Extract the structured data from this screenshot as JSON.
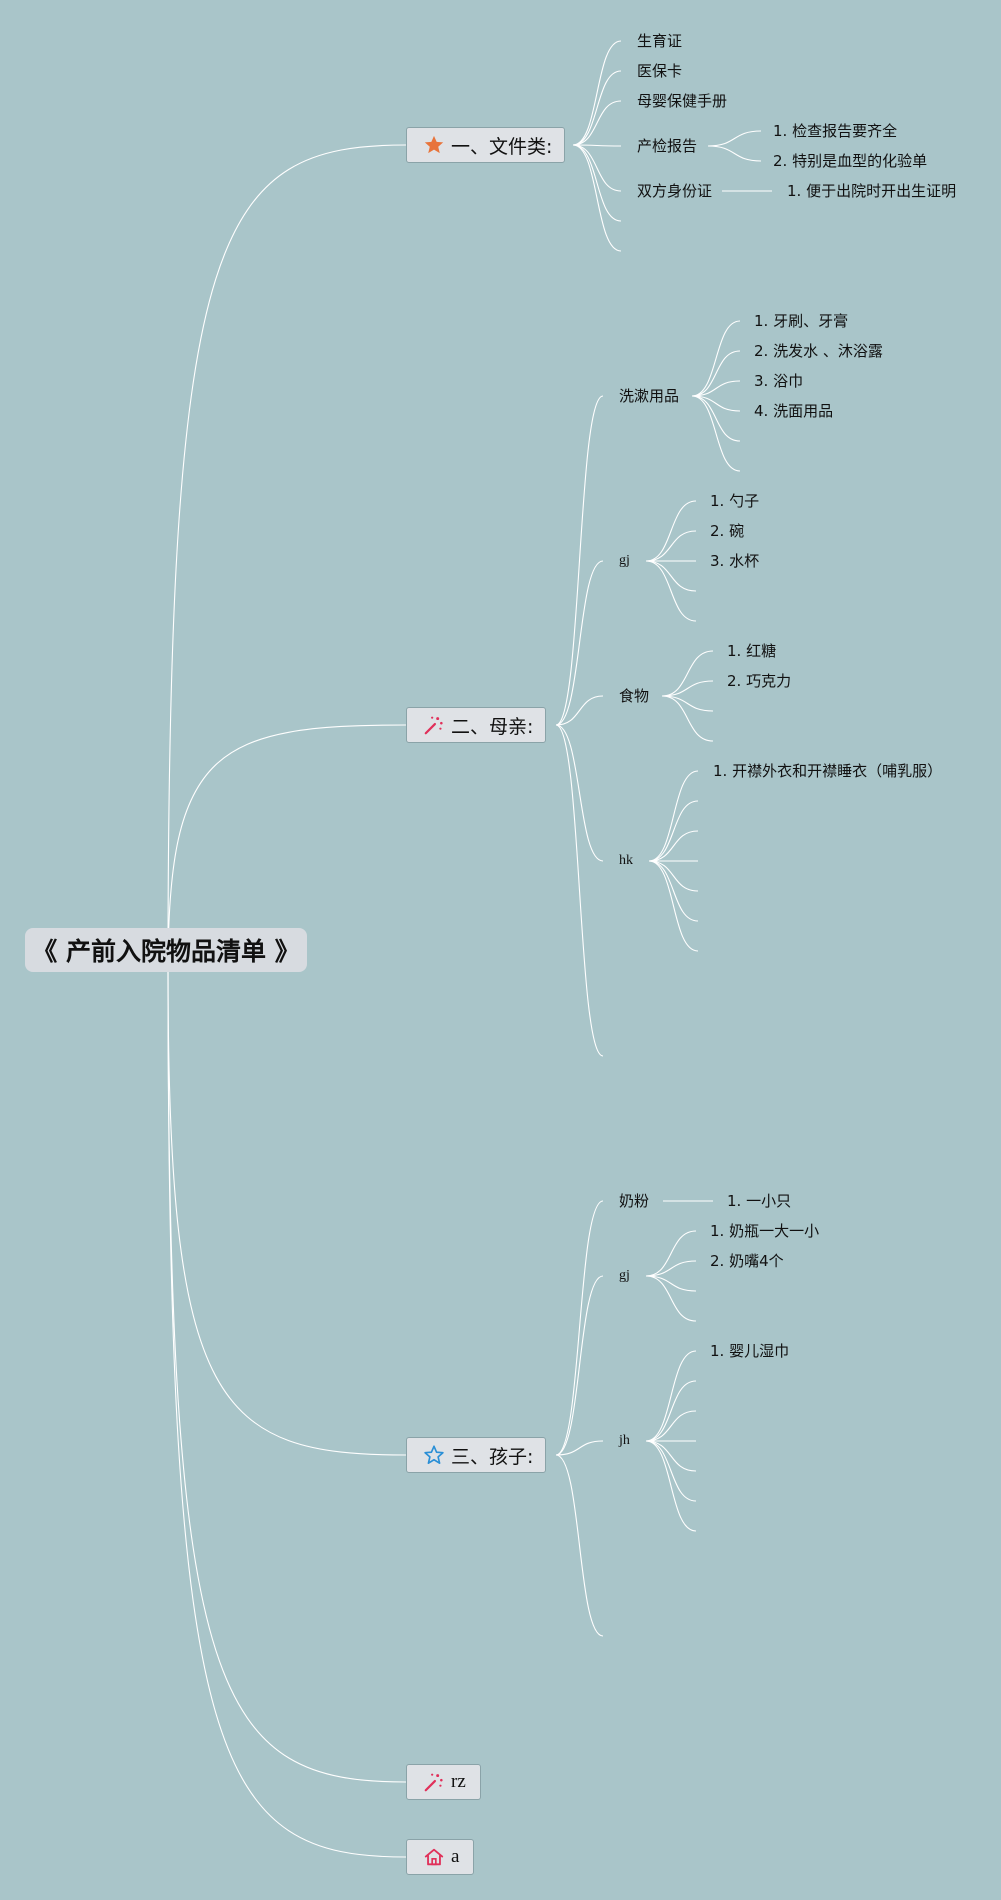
{
  "root": {
    "title": "《 产前入院物品清单 》"
  },
  "topics": {
    "docs": {
      "label": "一、文件类:",
      "icon": "star-filled-icon"
    },
    "mother": {
      "label": "二、母亲:",
      "icon": "wand-sparkle-icon"
    },
    "child": {
      "label": "三、孩子:",
      "icon": "star-outline-icon"
    },
    "rz": {
      "label": "rz",
      "icon": "wand-sparkle-icon"
    },
    "a": {
      "label": "a",
      "icon": "home-icon"
    }
  },
  "docs": {
    "birth_cert": "生育证",
    "insurance_card": "医保卡",
    "health_handbook": "母婴保健手册",
    "prenatal_report": "产检报告",
    "prenatal_items": [
      "1. 检查报告要齐全",
      "2. 特别是血型的化验单"
    ],
    "id_cards": "双方身份证",
    "id_items": [
      "1. 便于出院时开出生证明"
    ]
  },
  "mother": {
    "toiletries": "洗漱用品",
    "toiletry_items": [
      "1. 牙刷、牙膏",
      "2. 洗发水 、沐浴露",
      "3. 浴巾",
      "4. 洗面用品"
    ],
    "gj": "gj",
    "gj_items": [
      "1. 勺子",
      "2. 碗",
      "3. 水杯"
    ],
    "food": "食物",
    "food_items": [
      "1. 红糖",
      "2. 巧克力"
    ],
    "hk": "hk",
    "hk_items": [
      "1. 开襟外衣和开襟睡衣（哺乳服）"
    ]
  },
  "child": {
    "formula": "奶粉",
    "formula_items": [
      "1. 一小只"
    ],
    "gj": "gj",
    "gj_items": [
      "1. 奶瓶一大一小",
      "2. 奶嘴4个"
    ],
    "jh": "jh",
    "jh_items": [
      "1. 婴儿湿巾"
    ]
  },
  "colors": {
    "background": "#a9c5c9",
    "lines": "#ffffff",
    "star": "#e8743b",
    "wand": "#e0305a",
    "outline_star": "#2a8fd6",
    "home": "#e0305a"
  }
}
